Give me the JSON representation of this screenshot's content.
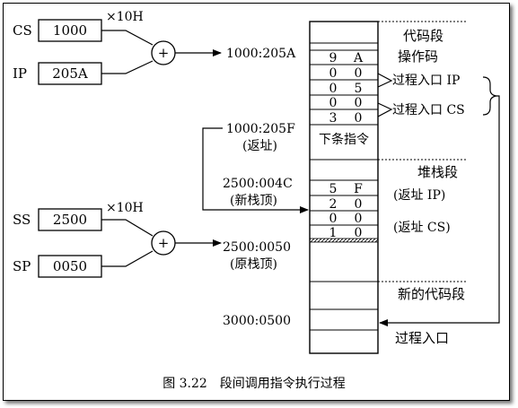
{
  "registers": {
    "cs": {
      "name": "CS",
      "value": "1000"
    },
    "ip": {
      "name": "IP",
      "value": "205A"
    },
    "ss": {
      "name": "SS",
      "value": "2500"
    },
    "sp": {
      "name": "SP",
      "value": "0050"
    },
    "multiplier_top": "×10H",
    "multiplier_bottom": "×10H",
    "adder_symbol": "+"
  },
  "addresses": {
    "a1": "1000:205A",
    "a2": "1000:205F",
    "a2_note": "(返址)",
    "a3": "2500:004C",
    "a3_note": "(新栈顶)",
    "a4": "2500:0050",
    "a4_note": "(原栈顶)",
    "a5": "3000:0500"
  },
  "memory": {
    "code_rows": [
      {
        "hi": "9",
        "lo": "A"
      },
      {
        "hi": "0",
        "lo": "0"
      },
      {
        "hi": "0",
        "lo": "5"
      },
      {
        "hi": "0",
        "lo": "0"
      },
      {
        "hi": "3",
        "lo": "0"
      }
    ],
    "next_instruction": "下条指令",
    "stack_rows": [
      {
        "hi": "5",
        "lo": "F"
      },
      {
        "hi": "2",
        "lo": "0"
      },
      {
        "hi": "0",
        "lo": "0"
      },
      {
        "hi": "1",
        "lo": "0"
      }
    ]
  },
  "labels": {
    "code_segment": "代码段",
    "opcode": "操作码",
    "proc_entry_ip": "过程入口 IP",
    "proc_entry_cs": "过程入口 CS",
    "stack_segment": "堆栈段",
    "ret_ip": "(返址 IP)",
    "ret_cs": "(返址 CS)",
    "new_code_segment": "新的代码段",
    "proc_entry": "过程入口"
  },
  "caption": "图 3.22　段间调用指令执行过程"
}
